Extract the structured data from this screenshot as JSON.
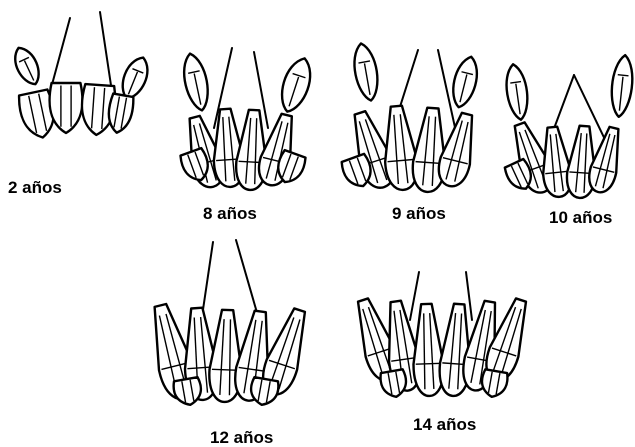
{
  "diagram": {
    "panels": [
      {
        "id": "p2",
        "label": "2 años"
      },
      {
        "id": "p8",
        "label": "8 años"
      },
      {
        "id": "p9",
        "label": "9 años"
      },
      {
        "id": "p10",
        "label": "10 años"
      },
      {
        "id": "p12",
        "label": "12 años"
      },
      {
        "id": "p14",
        "label": "14 años"
      }
    ]
  }
}
